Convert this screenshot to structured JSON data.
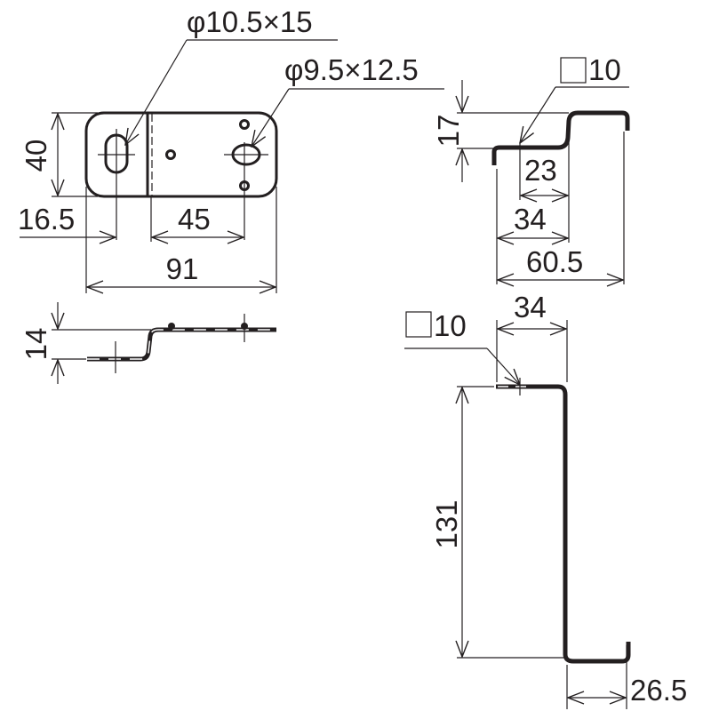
{
  "plate_view": {
    "hole_large_callout": "φ10.5×15",
    "hole_small_callout": "φ9.5×12.5",
    "height": "40",
    "edge_to_slot": "16.5",
    "bend_to_hole": "45",
    "total_length": "91"
  },
  "plate_side_view": {
    "offset": "14"
  },
  "short_bracket": {
    "square_callout": "10",
    "height": "17",
    "hole_to_bend": "23",
    "lip_to_bend": "34",
    "total_width": "60.5"
  },
  "long_bracket": {
    "square_callout": "10",
    "top_width": "34",
    "height": "131",
    "bottom_width": "26.5"
  }
}
